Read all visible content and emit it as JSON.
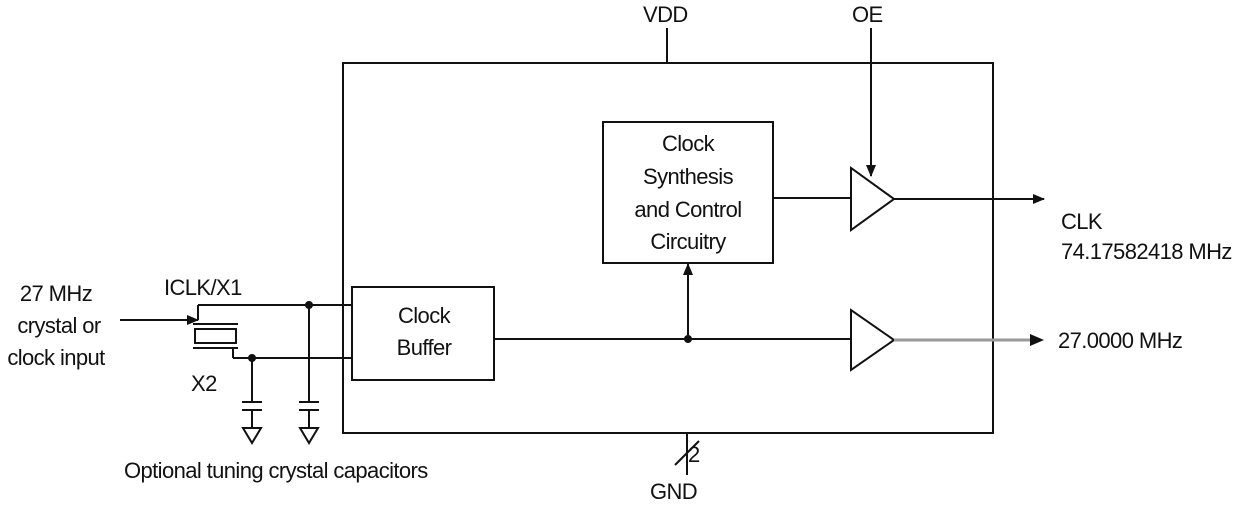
{
  "labels": {
    "vdd": "VDD",
    "oe": "OE",
    "gnd": "GND",
    "gnd_bus_count": "2",
    "iclk": "ICLK/X1",
    "x2": "X2",
    "input_line1": "27 MHz",
    "input_line2": "crystal or",
    "input_line3": "clock input",
    "synth_line1": "Clock",
    "synth_line2": "Synthesis",
    "synth_line3": "and Control",
    "synth_line4": "Circuitry",
    "buffer_line1": "Clock",
    "buffer_line2": "Buffer",
    "clk_out": "CLK",
    "clk_freq": "74.17582418 MHz",
    "out2_freq": "27.0000 MHz",
    "caps_caption": "Optional tuning crystal capacitors"
  },
  "colors": {
    "line": "#111111",
    "second_output_line": "#9a9a9a"
  }
}
